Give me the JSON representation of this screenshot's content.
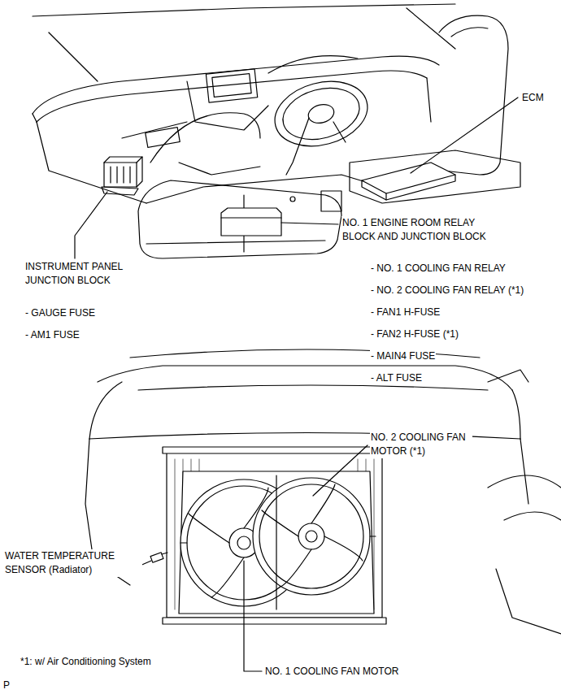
{
  "diagram": {
    "labels": [
      "ECM",
      "NO. 1 ENGINE ROOM RELAY BLOCK AND JUNCTION BLOCK",
      "INSTRUMENT PANEL JUNCTION BLOCK",
      "- GAUGE FUSE",
      "- AM1 FUSE",
      "- NO. 1 COOLING FAN RELAY",
      "- NO. 2 COOLING FAN RELAY (*1)",
      "- FAN1 H-FUSE",
      "- FAN2 H-FUSE (*1)",
      "- MAIN4 FUSE",
      "- ALT FUSE",
      "NO. 2 COOLING FAN MOTOR (*1)",
      "WATER TEMPERATURE SENSOR (Radiator)",
      "*1: w/ Air Conditioning System",
      "NO. 1 COOLING FAN MOTOR",
      "P"
    ]
  }
}
